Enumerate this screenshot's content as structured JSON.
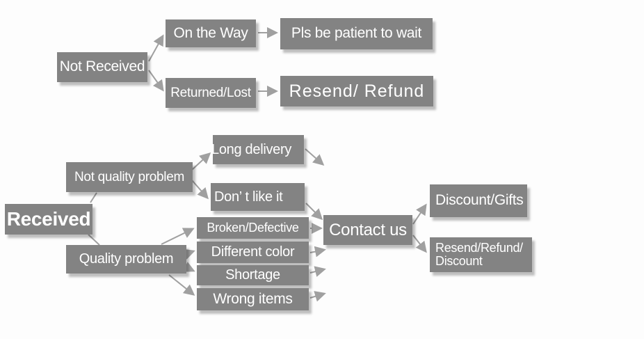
{
  "diagram": {
    "title": "order status customer-service flowchart",
    "colors": {
      "node_fill": "#838383",
      "node_text": "#ffffff",
      "arrow": "#a0a0a0",
      "background": "#fdfdfd"
    },
    "nodes": {
      "not_received": {
        "label": "Not Received"
      },
      "on_the_way": {
        "label": "On the Way"
      },
      "pls_wait": {
        "label": "Pls be patient to wait"
      },
      "returned_lost": {
        "label": "Returned/Lost"
      },
      "resend_refund": {
        "label": "Resend/ Refund"
      },
      "received": {
        "label": "Received"
      },
      "not_quality_problem": {
        "label": "Not quality problem"
      },
      "long_delivery": {
        "label": "Long delivery"
      },
      "dont_like_it": {
        "label": "Don’ t like it"
      },
      "broken_defective": {
        "label": "Broken/Defective"
      },
      "different_color": {
        "label": "Different color"
      },
      "shortage": {
        "label": "Shortage"
      },
      "wrong_items": {
        "label": "Wrong items"
      },
      "contact_us": {
        "label": "Contact us"
      },
      "discount_gifts": {
        "label": "Discount/Gifts"
      },
      "resend_refund_discount": {
        "line1": "Resend/Refund/",
        "line2": "Discount"
      }
    },
    "edges": [
      {
        "from": "not_received",
        "to": "on_the_way"
      },
      {
        "from": "not_received",
        "to": "returned_lost"
      },
      {
        "from": "on_the_way",
        "to": "pls_wait"
      },
      {
        "from": "returned_lost",
        "to": "resend_refund"
      },
      {
        "from": "received",
        "to": "not_quality_problem"
      },
      {
        "from": "received",
        "to": "quality_problem"
      },
      {
        "from": "not_quality_problem",
        "to": "long_delivery"
      },
      {
        "from": "not_quality_problem",
        "to": "dont_like_it"
      },
      {
        "from": "long_delivery",
        "to": "contact_us"
      },
      {
        "from": "dont_like_it",
        "to": "contact_us"
      },
      {
        "from": "quality_problem",
        "to": "broken_defective"
      },
      {
        "from": "quality_problem",
        "to": "different_color"
      },
      {
        "from": "quality_problem",
        "to": "shortage"
      },
      {
        "from": "quality_problem",
        "to": "wrong_items"
      },
      {
        "from": "broken_defective",
        "to": "contact_us"
      },
      {
        "from": "different_color",
        "to": "contact_us"
      },
      {
        "from": "shortage",
        "to": "contact_us"
      },
      {
        "from": "wrong_items",
        "to": "contact_us"
      },
      {
        "from": "contact_us",
        "to": "discount_gifts"
      },
      {
        "from": "contact_us",
        "to": "resend_refund_discount"
      }
    ],
    "quality_problem_label": "Quality problem"
  }
}
